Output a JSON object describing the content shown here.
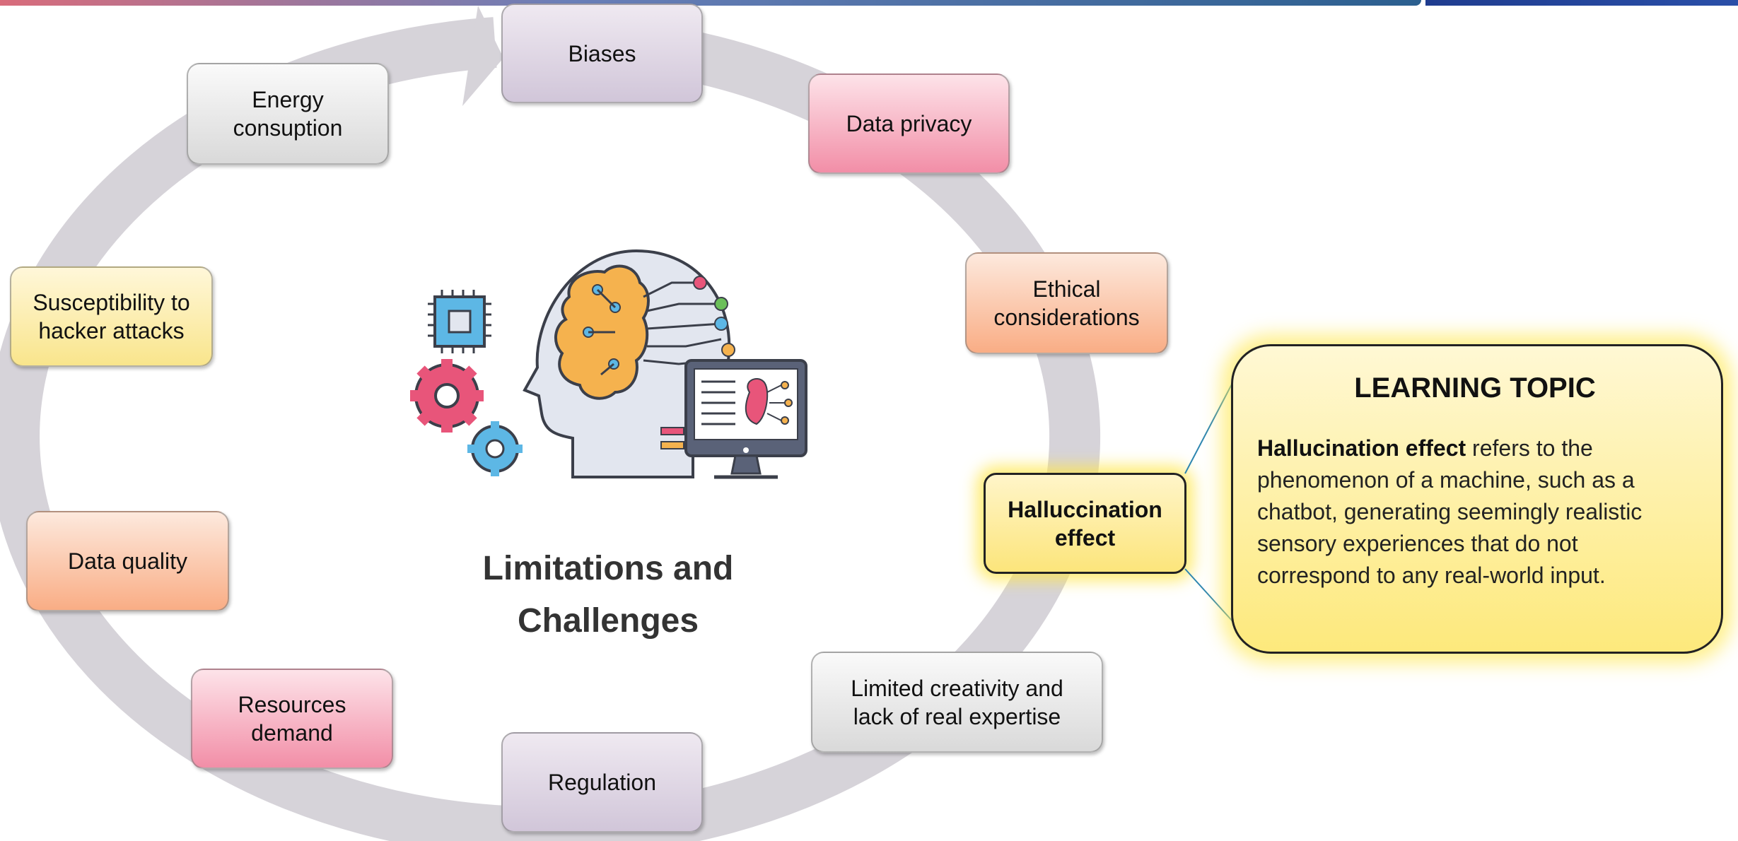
{
  "diagram": {
    "center_title": "Limitations and\nChallenges",
    "nodes": [
      {
        "id": "biases",
        "label": "Biases"
      },
      {
        "id": "data-privacy",
        "label": "Data privacy"
      },
      {
        "id": "ethical",
        "label": "Ethical\nconsiderations"
      },
      {
        "id": "hallucination",
        "label": "Halluccination\neffect",
        "active": true
      },
      {
        "id": "limited-creativity",
        "label": "Limited creativity and\nlack of real expertise"
      },
      {
        "id": "regulation",
        "label": "Regulation"
      },
      {
        "id": "resources",
        "label": "Resources\ndemand"
      },
      {
        "id": "data-quality",
        "label": "Data quality"
      },
      {
        "id": "hacker",
        "label": "Susceptibility to\nhacker attacks"
      },
      {
        "id": "energy",
        "label": "Energy\nconsuption"
      }
    ]
  },
  "callout": {
    "title": "LEARNING TOPIC",
    "term": "Hallucination effect",
    "text": " refers to the phenomenon of a machine, such as a chatbot, generating seemingly realistic sensory experiences that do not correspond to any real-world input."
  },
  "colors": {
    "ring": "#d6d3d9",
    "highlight": "#fce57b",
    "connector": "#2e86b0"
  },
  "icons": [
    "ai-head-brain-icon",
    "chip-icon",
    "gear-icon",
    "monitor-icon"
  ]
}
